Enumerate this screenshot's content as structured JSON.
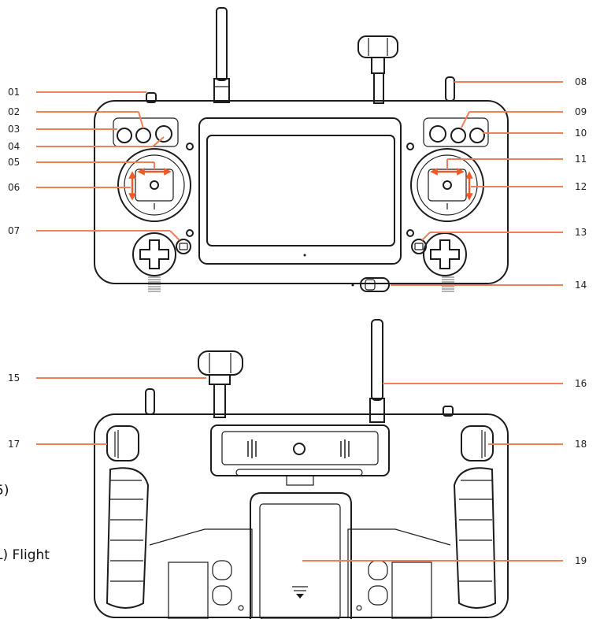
{
  "callouts_left": [
    "01",
    "02",
    "03",
    "04",
    "05",
    "06",
    "07",
    "15",
    "17"
  ],
  "callouts_right": [
    "08",
    "09",
    "10",
    "11",
    "12",
    "13",
    "14",
    "16",
    "18",
    "19"
  ],
  "cropped_text": {
    "line1": "5)",
    "line2": "L)  Flight"
  },
  "colors": {
    "leader_line": "#f07f5a",
    "direction_arrow": "#f05a28",
    "outline": "#1c1c1c"
  }
}
